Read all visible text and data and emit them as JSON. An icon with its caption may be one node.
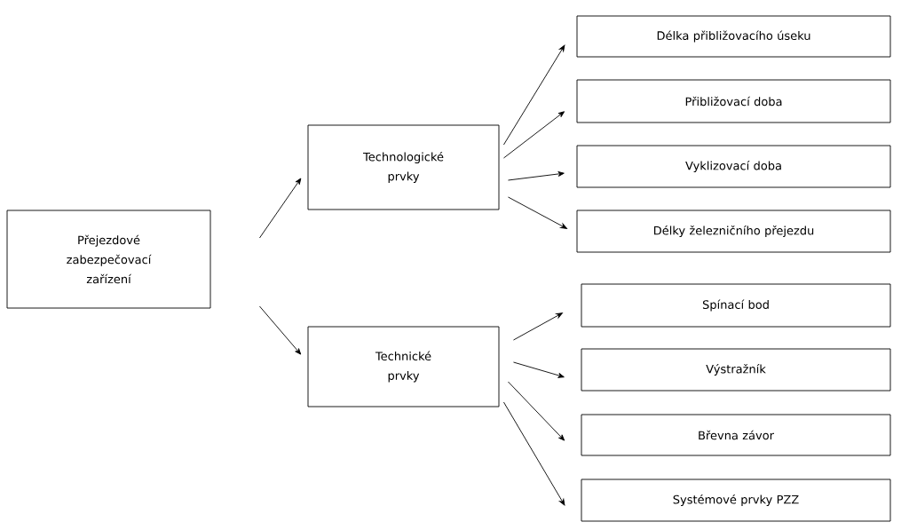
{
  "diagram": {
    "nodes": [
      {
        "text": [
          "Přejezdové zabezpečovací zařízení"
        ]
      },
      {
        "text": [
          "Technologické prvky"
        ]
      },
      {
        "text": [
          "Technické prvky"
        ]
      },
      {
        "text": [
          "Délka přibližovacího úseku"
        ]
      },
      {
        "text": [
          "Přibližovací doba"
        ]
      },
      {
        "text": [
          "Vyklizovací doba"
        ]
      },
      {
        "text": [
          "Délky železničního přejezdu"
        ]
      },
      {
        "text": [
          "Spínací bod"
        ]
      },
      {
        "text": [
          "Výstražník"
        ]
      },
      {
        "text": [
          "Břevna závor"
        ]
      },
      {
        "text": [
          "Systémové prvky PZZ"
        ]
      }
    ],
    "edges": [
      {
        "from": 0,
        "to": 1,
        "arrow": "to"
      },
      {
        "from": 0,
        "to": 2,
        "arrow": "to"
      },
      {
        "from": 1,
        "to": 3,
        "arrow": "to"
      },
      {
        "from": 1,
        "to": 4,
        "arrow": "to"
      },
      {
        "from": 1,
        "to": 5,
        "arrow": "to"
      },
      {
        "from": 1,
        "to": 6,
        "arrow": "to"
      },
      {
        "from": 2,
        "to": 7,
        "arrow": "to"
      },
      {
        "from": 2,
        "to": 8,
        "arrow": "to"
      },
      {
        "from": 2,
        "to": 9,
        "arrow": "to"
      },
      {
        "from": 2,
        "to": 10,
        "arrow": "to"
      }
    ]
  }
}
